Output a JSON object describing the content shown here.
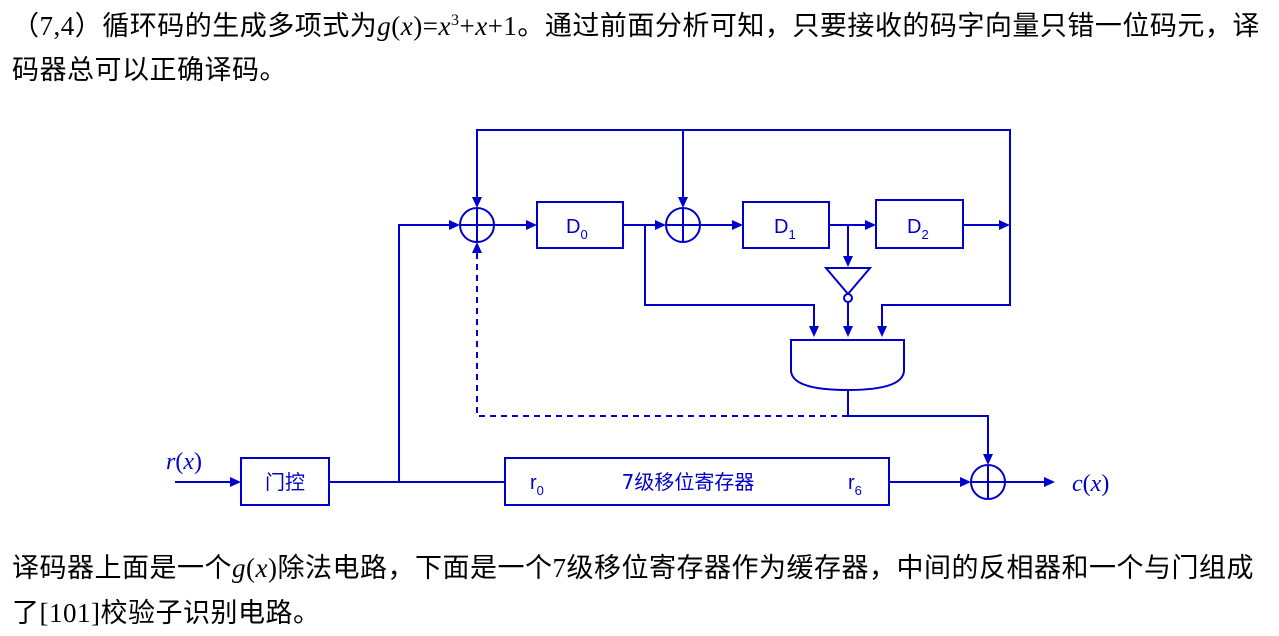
{
  "top_paragraph": {
    "line1_prefix": "（",
    "code_params": "7,4",
    "line1_mid": "）循环码的生成多项式为",
    "g": "g",
    "lp": "(",
    "x": "x",
    "rp": ")",
    "eq": "=",
    "x2": "x",
    "exp": "3",
    "plus1": "+",
    "x3": "x",
    "plus_one": "+1",
    "line1_tail": "。通过前面分析可知，只要接收的码字向量只错一位码元，译码器总可以正确译码。"
  },
  "diagram": {
    "input_label": "r(x)",
    "output_label": "c(x)",
    "gate_label": "门控",
    "shift_register": {
      "left_cell": "r",
      "left_sub": "0",
      "title": "7级移位寄存器",
      "right_cell": "r",
      "right_sub": "6"
    },
    "registers": [
      {
        "name": "D",
        "sub": "0"
      },
      {
        "name": "D",
        "sub": "1"
      },
      {
        "name": "D",
        "sub": "2"
      }
    ]
  },
  "bottom_paragraph": {
    "part1": "译码器上面是一个",
    "g": "g",
    "lp": "(",
    "x": "x",
    "rp": ")",
    "part2": "除法电路，下面是一个",
    "seven": "7",
    "part3": "级移位寄存器作为缓存器，中间的反相器和一个与门组成了",
    "bracket": "[101]",
    "part4": "校验子识别电路。"
  }
}
